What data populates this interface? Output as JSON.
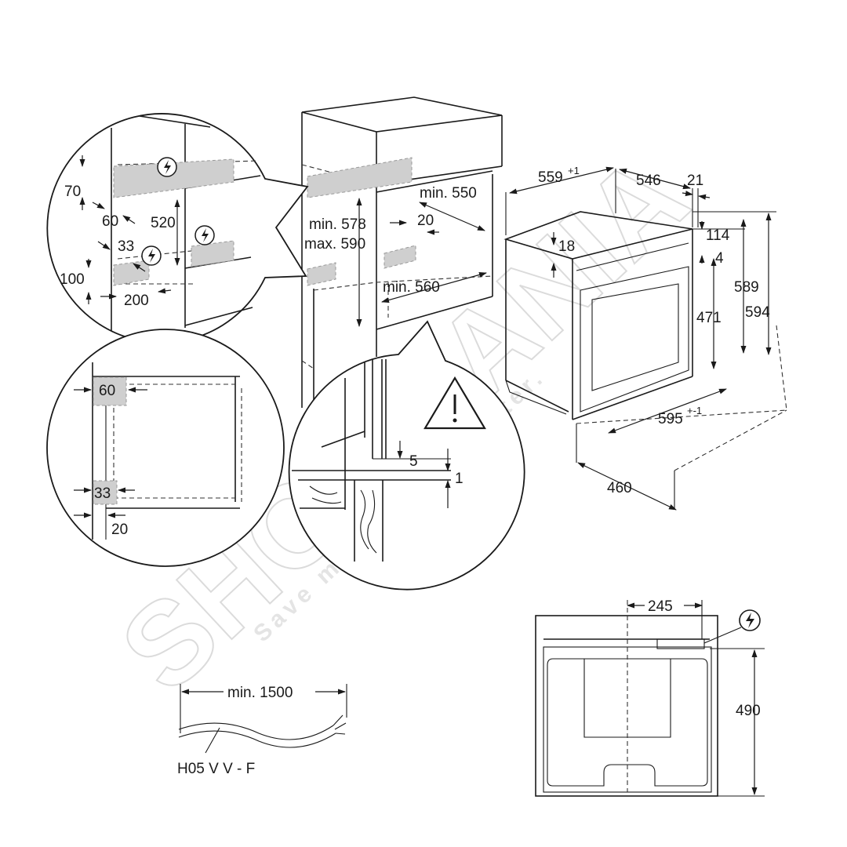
{
  "watermark": {
    "brand": "SHOPMANIA",
    "slogan": "Save money. Live Better."
  },
  "detail_ventilation": {
    "d70": "70",
    "d60": "60",
    "d520": "520",
    "d33": "33",
    "d100": "100",
    "d200": "200",
    "icon": "electrical-hazard-icon"
  },
  "cabinet": {
    "min550": "min. 550",
    "d20": "20",
    "min578": "min. 578",
    "max590": "max. 590",
    "min560": "min. 560"
  },
  "oven": {
    "d559": "559",
    "d559_tol": "+1",
    "d546": "546",
    "d21": "21",
    "d114": "114",
    "d18": "18",
    "d4": "4",
    "d589": "589",
    "d594": "594",
    "d471": "471",
    "d595": "595",
    "d595_tol": "+-1",
    "d460": "460"
  },
  "detail_gaps": {
    "d60": "60",
    "d33": "33",
    "d20": "20"
  },
  "detail_floor": {
    "d5": "5",
    "d1": "1",
    "icon": "warning-triangle-icon"
  },
  "cable": {
    "length": "min. 1500",
    "type": "H05 V V - F"
  },
  "rear_view": {
    "d245": "245",
    "d490": "490",
    "icon": "electrical-hazard-icon"
  }
}
